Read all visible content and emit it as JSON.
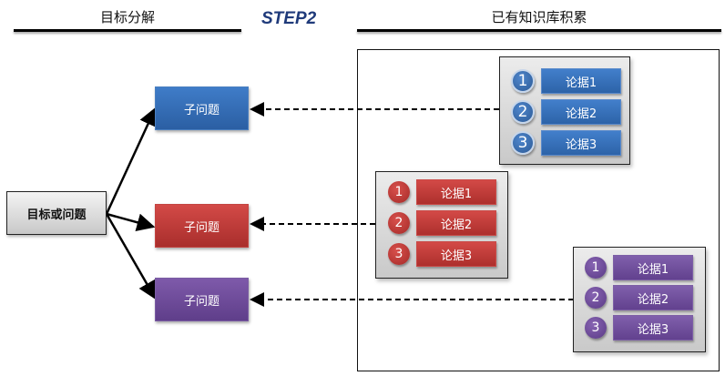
{
  "headers": {
    "left": "目标分解",
    "step": "STEP2",
    "right": "已有知识库积累"
  },
  "root": {
    "label": "目标或问题"
  },
  "subproblems": [
    {
      "label": "子问题",
      "color": "#3a72bd"
    },
    {
      "label": "子问题",
      "color": "#c23b38"
    },
    {
      "label": "子问题",
      "color": "#6e4d9c"
    }
  ],
  "knowledge_groups": [
    {
      "color": "blue",
      "items": [
        {
          "number": "1",
          "label": "论据1"
        },
        {
          "number": "2",
          "label": "论据2"
        },
        {
          "number": "3",
          "label": "论据3"
        }
      ]
    },
    {
      "color": "red",
      "items": [
        {
          "number": "1",
          "label": "论据1"
        },
        {
          "number": "2",
          "label": "论据2"
        },
        {
          "number": "3",
          "label": "论据3"
        }
      ]
    },
    {
      "color": "purple",
      "items": [
        {
          "number": "1",
          "label": "论据1"
        },
        {
          "number": "2",
          "label": "论据2"
        },
        {
          "number": "3",
          "label": "论据3"
        }
      ]
    }
  ]
}
